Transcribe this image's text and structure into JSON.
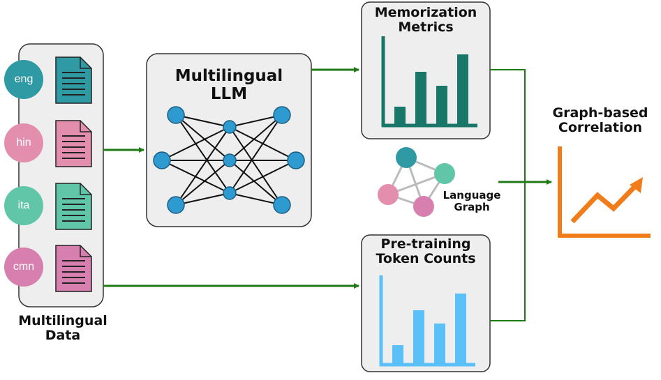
{
  "data_panel": {
    "languages": [
      {
        "code": "eng",
        "color": "#2f9aa3"
      },
      {
        "code": "hin",
        "color": "#e48ead"
      },
      {
        "code": "ita",
        "color": "#61c6a8"
      },
      {
        "code": "cmn",
        "color": "#d77fae"
      }
    ],
    "label_line1": "Multilingual",
    "label_line2": "Data"
  },
  "llm": {
    "title_line1": "Multilingual",
    "title_line2": "LLM",
    "node_color": "#2d9ad0"
  },
  "memorization": {
    "title_line1": "Memorization",
    "title_line2": "Metrics",
    "bar_color": "#19776a",
    "relative_bar_values": [
      0.25,
      0.75,
      0.55,
      1.0
    ]
  },
  "pretraining": {
    "title_line1": "Pre-training",
    "title_line2": "Token Counts",
    "bar_color": "#5bc0f7",
    "relative_bar_values": [
      0.26,
      0.76,
      0.57,
      1.0
    ]
  },
  "language_graph": {
    "label_line1": "Language",
    "label_line2": "Graph"
  },
  "correlation": {
    "title_line1": "Graph-based",
    "title_line2": "Correlation",
    "color": "#f07d1a"
  },
  "colors": {
    "arrow": "#1f7a16",
    "box_fill": "#eeeeee",
    "box_stroke": "#333333"
  }
}
